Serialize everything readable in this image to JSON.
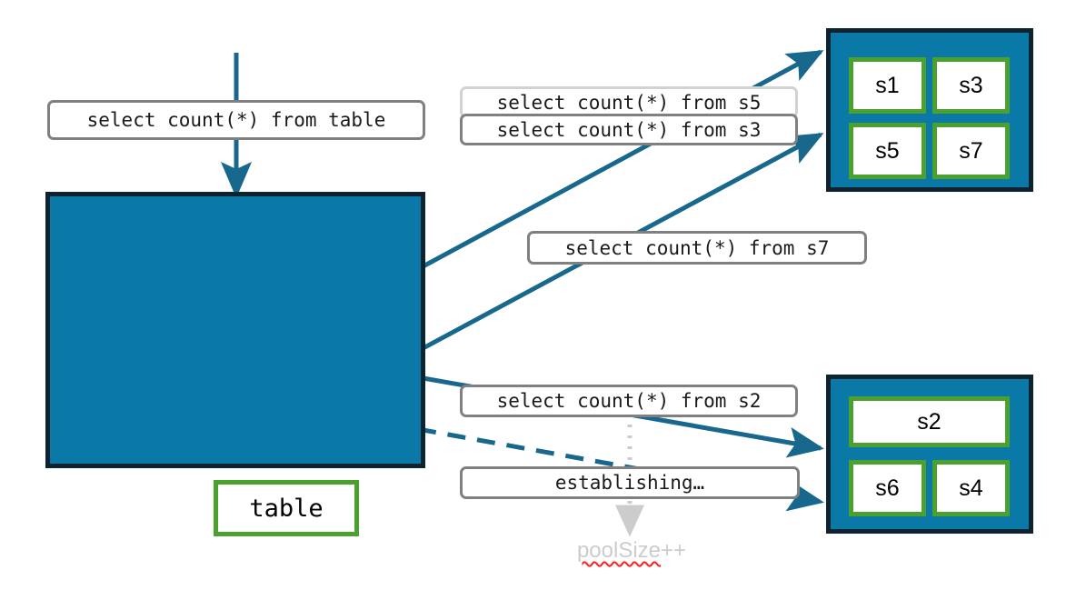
{
  "diagram": {
    "title": "connection pool query routing diagram",
    "colors": {
      "teal_panel": "#0b79a8",
      "panel_border": "#0d2430",
      "node_border_green": "#4ba12e",
      "arrow_teal": "#17688c",
      "label_border_gray": "#808080",
      "label_border_faded": "#d2d2d2",
      "annotation_gray": "#cccccc",
      "spellcheck_red": "#ff2020"
    }
  },
  "labels": {
    "query_table": "select count(*) from table",
    "query_s5": "select count(*) from s5",
    "query_s3": "select count(*) from s3",
    "query_s7": "select count(*) from s7",
    "query_s2": "select count(*) from s2",
    "establishing": "establishing…"
  },
  "annotations": {
    "pool_size_word": "poolSize",
    "pool_size_suffix": "++"
  },
  "table_panel": {
    "node_label": "table"
  },
  "server_group_top": {
    "nodes": [
      {
        "label": "s1"
      },
      {
        "label": "s3"
      },
      {
        "label": "s5"
      },
      {
        "label": "s7"
      }
    ]
  },
  "server_group_bottom": {
    "nodes": [
      {
        "label": "s2"
      },
      {
        "label": "s6"
      },
      {
        "label": "s4"
      }
    ]
  }
}
